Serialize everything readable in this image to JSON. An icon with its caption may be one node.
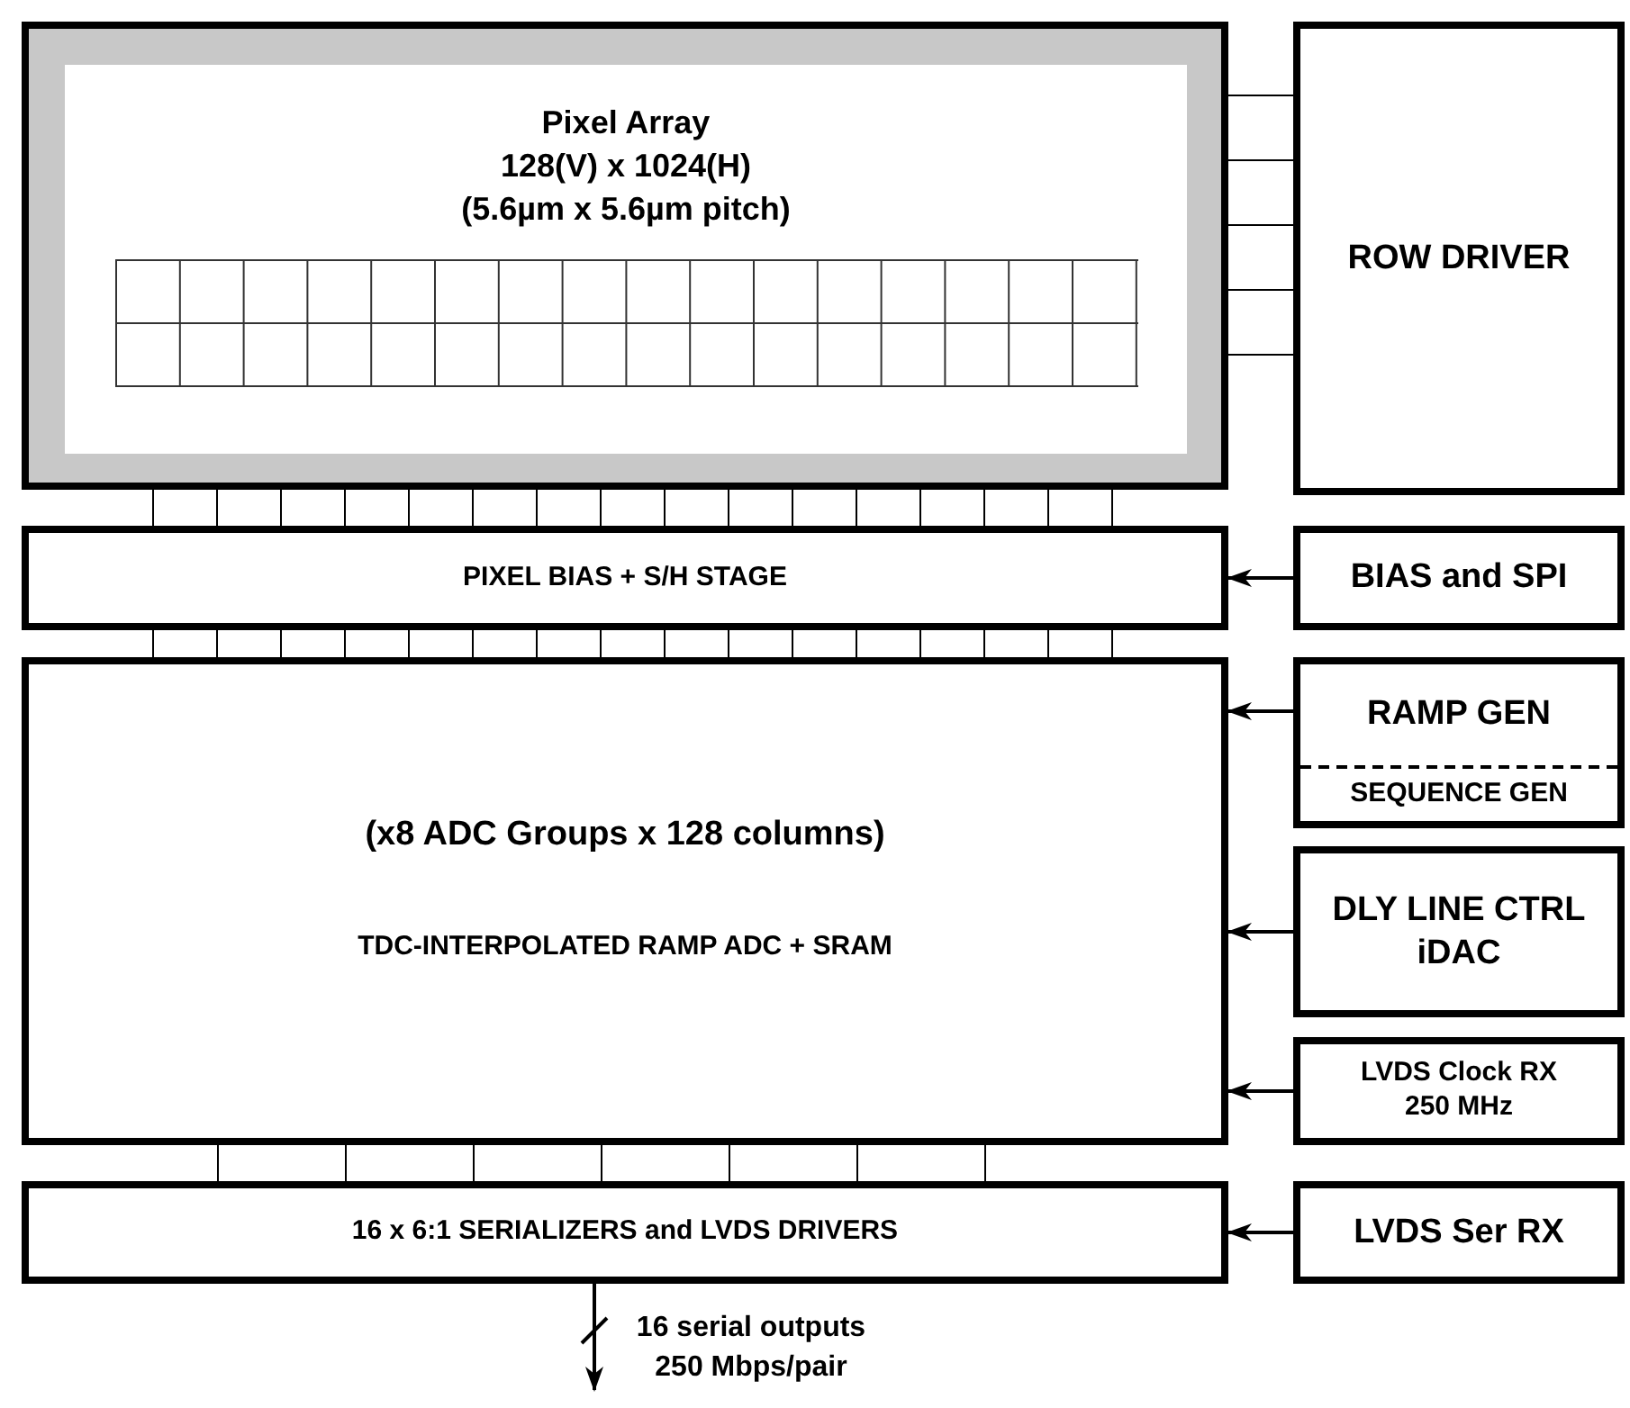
{
  "diagram": {
    "nodes": [
      {
        "text": [
          "Pixel Array",
          "128(V) x 1024(H)",
          "(5.6µm x 5.6µm pitch)"
        ]
      },
      {
        "text": [
          "ROW DRIVER"
        ]
      },
      {
        "text": [
          "PIXEL BIAS + S/H STAGE"
        ]
      },
      {
        "text": [
          "BIAS and SPI"
        ]
      },
      {
        "text": [
          "(x8 ADC Groups x 128 columns)",
          "TDC-INTERPOLATED RAMP ADC + SRAM"
        ]
      },
      {
        "text": [
          "RAMP GEN",
          "SEQUENCE GEN"
        ]
      },
      {
        "text": [
          "DLY LINE CTRL",
          "iDAC"
        ]
      },
      {
        "text": [
          "LVDS Clock RX",
          "250 MHz"
        ]
      },
      {
        "text": [
          "16 x 6:1 SERIALIZERS and LVDS DRIVERS"
        ]
      },
      {
        "text": [
          "LVDS Ser RX"
        ]
      }
    ],
    "edges": [
      {
        "from": 1,
        "to": 0,
        "arrow": "none"
      },
      {
        "from": 1,
        "to": 0,
        "arrow": "none"
      },
      {
        "from": 1,
        "to": 0,
        "arrow": "none"
      },
      {
        "from": 1,
        "to": 0,
        "arrow": "none"
      },
      {
        "from": 1,
        "to": 0,
        "arrow": "none"
      },
      {
        "from": 0,
        "to": 2,
        "arrow": "none"
      },
      {
        "from": 0,
        "to": 2,
        "arrow": "none"
      },
      {
        "from": 0,
        "to": 2,
        "arrow": "none"
      },
      {
        "from": 0,
        "to": 2,
        "arrow": "none"
      },
      {
        "from": 0,
        "to": 2,
        "arrow": "none"
      },
      {
        "from": 0,
        "to": 2,
        "arrow": "none"
      },
      {
        "from": 0,
        "to": 2,
        "arrow": "none"
      },
      {
        "from": 0,
        "to": 2,
        "arrow": "none"
      },
      {
        "from": 0,
        "to": 2,
        "arrow": "none"
      },
      {
        "from": 0,
        "to": 2,
        "arrow": "none"
      },
      {
        "from": 0,
        "to": 2,
        "arrow": "none"
      },
      {
        "from": 0,
        "to": 2,
        "arrow": "none"
      },
      {
        "from": 0,
        "to": 2,
        "arrow": "none"
      },
      {
        "from": 0,
        "to": 2,
        "arrow": "none"
      },
      {
        "from": 0,
        "to": 2,
        "arrow": "none"
      },
      {
        "from": 0,
        "to": 2,
        "arrow": "none"
      },
      {
        "from": 2,
        "to": 4,
        "arrow": "none"
      },
      {
        "from": 2,
        "to": 4,
        "arrow": "none"
      },
      {
        "from": 2,
        "to": 4,
        "arrow": "none"
      },
      {
        "from": 2,
        "to": 4,
        "arrow": "none"
      },
      {
        "from": 2,
        "to": 4,
        "arrow": "none"
      },
      {
        "from": 2,
        "to": 4,
        "arrow": "none"
      },
      {
        "from": 2,
        "to": 4,
        "arrow": "none"
      },
      {
        "from": 2,
        "to": 4,
        "arrow": "none"
      },
      {
        "from": 2,
        "to": 4,
        "arrow": "none"
      },
      {
        "from": 2,
        "to": 4,
        "arrow": "none"
      },
      {
        "from": 2,
        "to": 4,
        "arrow": "none"
      },
      {
        "from": 2,
        "to": 4,
        "arrow": "none"
      },
      {
        "from": 2,
        "to": 4,
        "arrow": "none"
      },
      {
        "from": 2,
        "to": 4,
        "arrow": "none"
      },
      {
        "from": 2,
        "to": 4,
        "arrow": "none"
      },
      {
        "from": 2,
        "to": 4,
        "arrow": "none"
      },
      {
        "from": 3,
        "to": 2,
        "arrow": "to"
      },
      {
        "from": 5,
        "to": 4,
        "arrow": "to"
      },
      {
        "from": 6,
        "to": 4,
        "arrow": "to"
      },
      {
        "from": 7,
        "to": 4,
        "arrow": "to"
      },
      {
        "from": 4,
        "to": 8,
        "arrow": "none"
      },
      {
        "from": 4,
        "to": 8,
        "arrow": "none"
      },
      {
        "from": 4,
        "to": 8,
        "arrow": "none"
      },
      {
        "from": 4,
        "to": 8,
        "arrow": "none"
      },
      {
        "from": 4,
        "to": 8,
        "arrow": "none"
      },
      {
        "from": 4,
        "to": 8,
        "arrow": "none"
      },
      {
        "from": 4,
        "to": 8,
        "arrow": "none"
      },
      {
        "from": 9,
        "to": 8,
        "arrow": "to"
      },
      {
        "from": 8,
        "to": null,
        "arrow": "to",
        "label": "16 serial outputs 250 Mbps/pair"
      }
    ]
  }
}
